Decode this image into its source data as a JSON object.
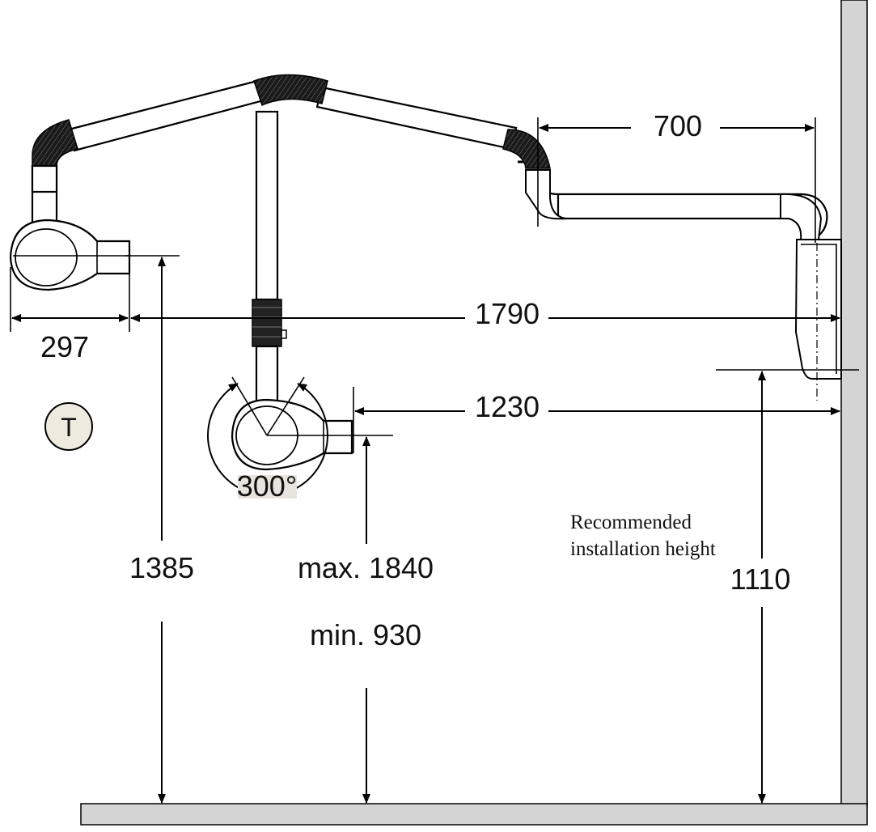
{
  "dimensions": {
    "d_700": "700",
    "d_297": "297",
    "d_1790": "1790",
    "d_1230": "1230",
    "d_1385": "1385",
    "d_max": "max. 1840",
    "d_min": "min. 930",
    "d_1110": "1110",
    "angle": "300°"
  },
  "note": {
    "line1": "Recommended",
    "line2": "installation height"
  },
  "tube_marker": "T",
  "colors": {
    "wall": "#d4d4d4",
    "floor": "#d4d4d4",
    "marker_bg": "#eeeae0",
    "angle_bg": "#e6e4dc"
  }
}
